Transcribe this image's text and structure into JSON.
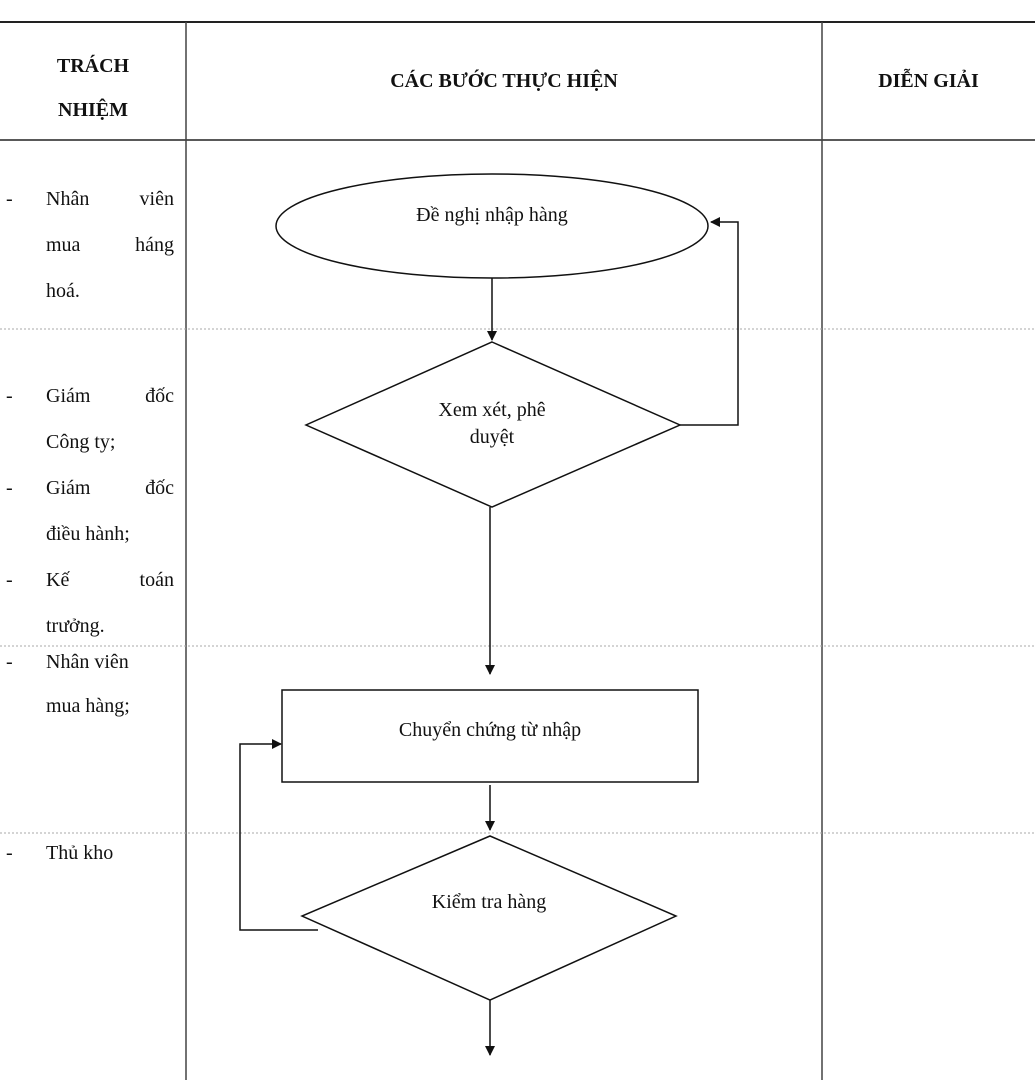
{
  "table": {
    "headers": {
      "responsibility": [
        "TRÁCH",
        "NHIỆM"
      ],
      "steps": "CÁC BƯỚC THỰC HIỆN",
      "explanation": "DIỄN GIẢI"
    },
    "rows": [
      {
        "responsibility": [
          {
            "line1": "Nhân viên",
            "line2": "mua háng",
            "line3": "hoá."
          }
        ]
      },
      {
        "responsibility": [
          {
            "line1": "Giám đốc",
            "line2": "Công ty;"
          },
          {
            "line1": "Giám đốc",
            "line2": "điều hành;"
          },
          {
            "line1": "Kế toán",
            "line2": "trưởng."
          }
        ]
      },
      {
        "responsibility": [
          {
            "line1": "Nhân viên",
            "line2": "mua hàng;"
          }
        ]
      },
      {
        "responsibility": [
          {
            "line1": "Thủ kho"
          }
        ]
      }
    ]
  },
  "flowchart": {
    "request": "Đề nghị nhập hàng",
    "review": [
      "Xem xét, phê",
      "duyệt"
    ],
    "transfer": "Chuyển chứng từ nhập",
    "inspect": "Kiểm tra hàng"
  },
  "dash": "-"
}
